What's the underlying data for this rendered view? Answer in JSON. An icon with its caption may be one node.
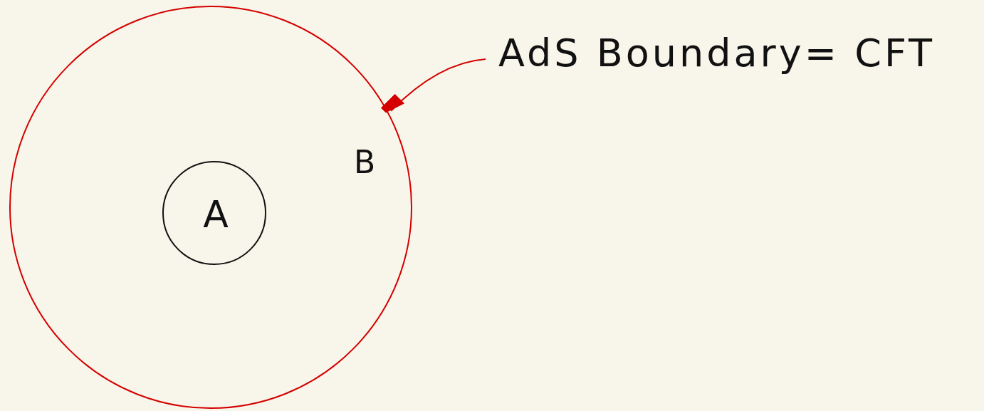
{
  "diagram": {
    "nodes": [
      {
        "text": [
          "B"
        ]
      },
      {
        "text": [
          "A"
        ],
        "in": 0
      },
      {
        "text": [
          "AdS Boundary= CFT"
        ]
      }
    ],
    "edges": [
      {
        "from": 2,
        "to": 0,
        "arrow": "to",
        "color": "#d40000"
      }
    ]
  }
}
